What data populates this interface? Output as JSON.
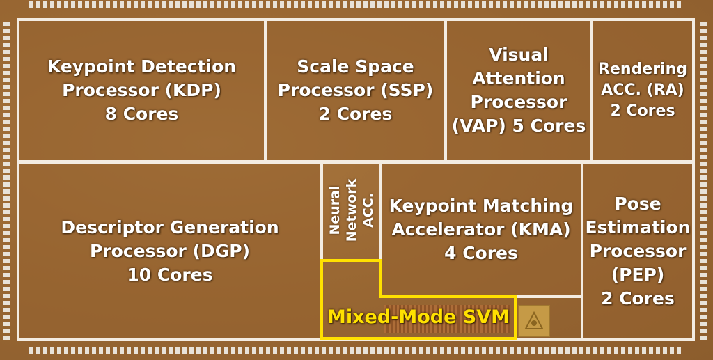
{
  "blocks": {
    "kdp": "Keypoint Detection\nProcessor (KDP)\n8 Cores",
    "ssp": "Scale Space\nProcessor (SSP)\n2 Cores",
    "vap": "Visual\nAttention\nProcessor\n(VAP) 5 Cores",
    "ra": "Rendering\nACC. (RA)\n2 Cores",
    "dgp": "Descriptor Generation\nProcessor (DGP)\n10 Cores",
    "nna": "Neural\nNetwork\nACC.",
    "kma": "Keypoint Matching\nAccelerator (KMA)\n4 Cores",
    "pep": "Pose\nEstimation\nProcessor\n(PEP)\n2 Cores"
  },
  "highlight": {
    "label": "Mixed-Mode SVM",
    "color": "#ffe100"
  },
  "colors": {
    "die": "#9a6833",
    "wiring": "#f3ece2"
  }
}
